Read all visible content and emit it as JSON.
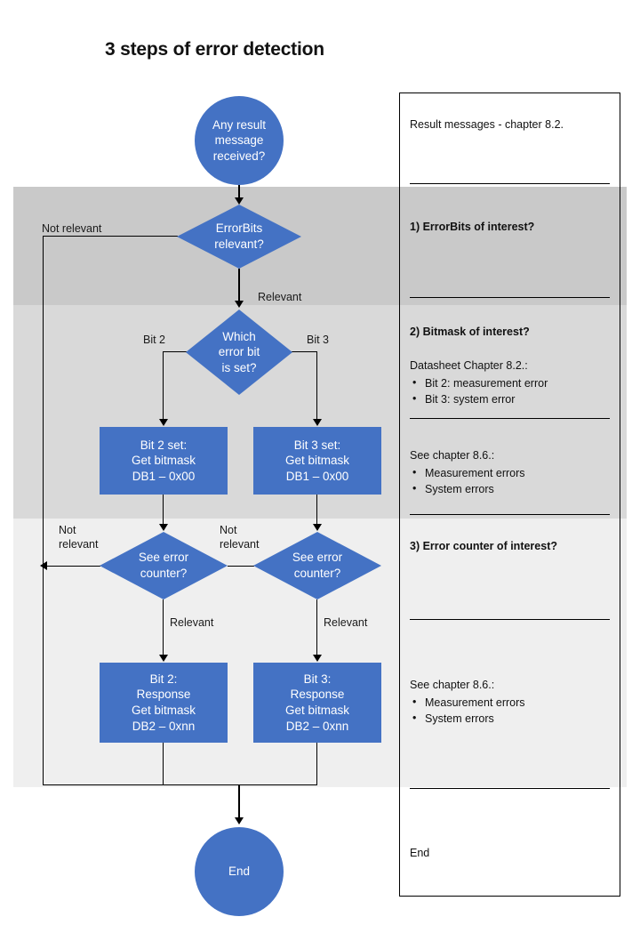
{
  "title": "3 steps of error detection",
  "colors": {
    "node_blue": "#4472C4",
    "band_1": "#C9C9C9",
    "band_2": "#D9D9D9",
    "band_3": "#EFEFEF",
    "text": "#111111"
  },
  "flow": {
    "start": "Any result\nmessage\nreceived?",
    "end": "End",
    "decision_errorbits": "ErrorBits\nrelevant?",
    "decision_whichbit": "Which\nerror bit\nis set?",
    "decision_counter_left": "See error\ncounter?",
    "decision_counter_right": "See error\ncounter?",
    "box_bit2_set": "Bit 2 set:\nGet bitmask\nDB1 – 0x00",
    "box_bit3_set": "Bit 3 set:\nGet bitmask\nDB1 – 0x00",
    "box_bit2_response": "Bit 2:\nResponse\nGet bitmask\nDB2 – 0xnn",
    "box_bit3_response": "Bit 3:\nResponse\nGet bitmask\nDB2 – 0xnn"
  },
  "edge_labels": {
    "errorbits_not_relevant": "Not relevant",
    "errorbits_relevant": "Relevant",
    "bit2": "Bit 2",
    "bit3": "Bit 3",
    "counter_left_not_relevant": "Not\nrelevant",
    "counter_right_not_relevant": "Not\nrelevant",
    "counter_left_relevant": "Relevant",
    "counter_right_relevant": "Relevant"
  },
  "panel": {
    "section_0": {
      "text": "Result messages - chapter 8.2."
    },
    "section_1": {
      "heading": "1) ErrorBits of interest?"
    },
    "section_2": {
      "heading": "2) Bitmask of interest?",
      "subtitle": "Datasheet Chapter 8.2.:",
      "bullets": [
        "Bit 2: measurement  error",
        "Bit 3: system error"
      ],
      "subtitle_2": "See chapter 8.6.:",
      "bullets_2": [
        "Measurement errors",
        "System errors"
      ]
    },
    "section_3": {
      "heading": "3) Error counter of interest?",
      "subtitle": "See chapter 8.6.:",
      "bullets": [
        "Measurement errors",
        "System errors"
      ]
    },
    "section_4": {
      "text": "End"
    }
  }
}
